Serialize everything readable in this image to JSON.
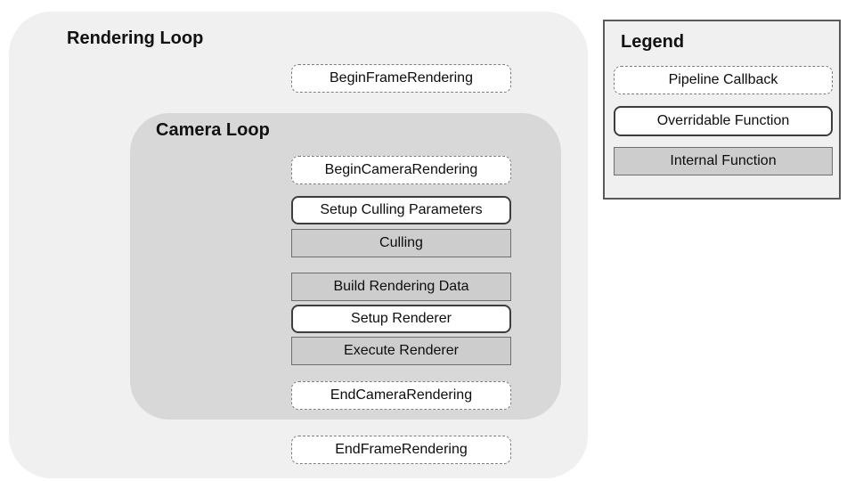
{
  "diagram": {
    "rendering_loop_label": "Rendering Loop",
    "camera_loop_label": "Camera Loop",
    "flow": [
      {
        "label": "BeginFrameRendering",
        "type": "pipeline-callback"
      },
      {
        "label": "BeginCameraRendering",
        "type": "pipeline-callback"
      },
      {
        "label": "Setup Culling Parameters",
        "type": "overridable-function"
      },
      {
        "label": "Culling",
        "type": "internal-function"
      },
      {
        "label": "Build Rendering Data",
        "type": "internal-function"
      },
      {
        "label": "Setup Renderer",
        "type": "overridable-function"
      },
      {
        "label": "Execute Renderer",
        "type": "internal-function"
      },
      {
        "label": "EndCameraRendering",
        "type": "pipeline-callback"
      },
      {
        "label": "EndFrameRendering",
        "type": "pipeline-callback"
      }
    ],
    "legend": {
      "title": "Legend",
      "items": [
        {
          "label": "Pipeline Callback",
          "type": "pipeline-callback"
        },
        {
          "label": "Overridable Function",
          "type": "overridable-function"
        },
        {
          "label": "Internal Function",
          "type": "internal-function"
        }
      ]
    },
    "colors": {
      "rendering_loop_bg": "#f0f0f0",
      "camera_loop_bg": "#d8d8d8",
      "internal_function_fill": "#cdcdcd",
      "callback_and_overridable_fill": "#ffffff",
      "border_dark": "#3d3d3d",
      "border_gray": "#6e6e6e"
    }
  }
}
